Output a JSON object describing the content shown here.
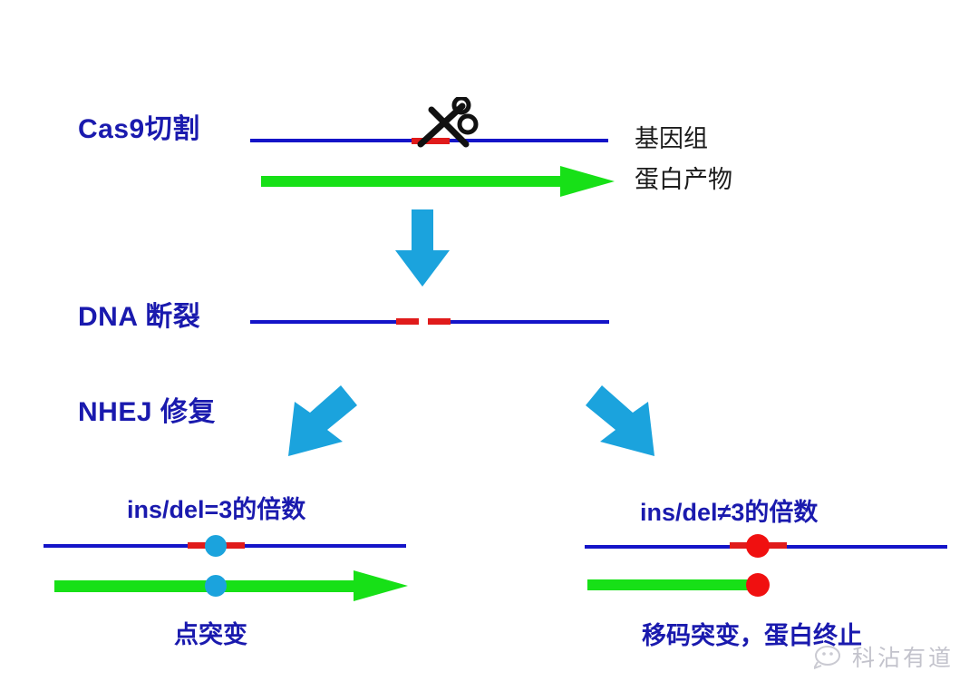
{
  "diagram": {
    "title": "CRISPR/Cas9 NHEJ repair outcomes",
    "colors": {
      "label_blue": "#1a1aae",
      "dna_blue": "#1414c8",
      "cut_red": "#e01b1b",
      "protein_green": "#17e017",
      "arrow_cyan": "#1ba3dd",
      "dot_cyan": "#1ba3dd",
      "dot_red": "#f01010",
      "text_black": "#1c1c1c",
      "watermark_gray": "#b9b9c4",
      "background": "#ffffff"
    },
    "stages": [
      {
        "id": "cas9",
        "label": "Cas9切割"
      },
      {
        "id": "break",
        "label": "DNA 断裂"
      },
      {
        "id": "nhej",
        "label": "NHEJ 修复"
      }
    ],
    "top_row": {
      "genome_label": "基因组",
      "protein_label": "蛋白产物",
      "icon": "scissors-icon"
    },
    "outcomes": [
      {
        "id": "in-frame",
        "title": "ins/del=3的倍数",
        "result": "点突变",
        "marker_color": "#1ba3dd",
        "protein_truncated": false
      },
      {
        "id": "frameshift",
        "title": "ins/del≠3的倍数",
        "result": "移码突变，蛋白终止",
        "marker_color": "#f01010",
        "protein_truncated": true
      }
    ],
    "arrows": [
      {
        "id": "down-center",
        "direction": "down"
      },
      {
        "id": "down-left",
        "direction": "down-left"
      },
      {
        "id": "down-right",
        "direction": "down-right"
      }
    ],
    "watermark": {
      "text": "科沾有道",
      "icon": "wechat-bubble-icon"
    }
  }
}
